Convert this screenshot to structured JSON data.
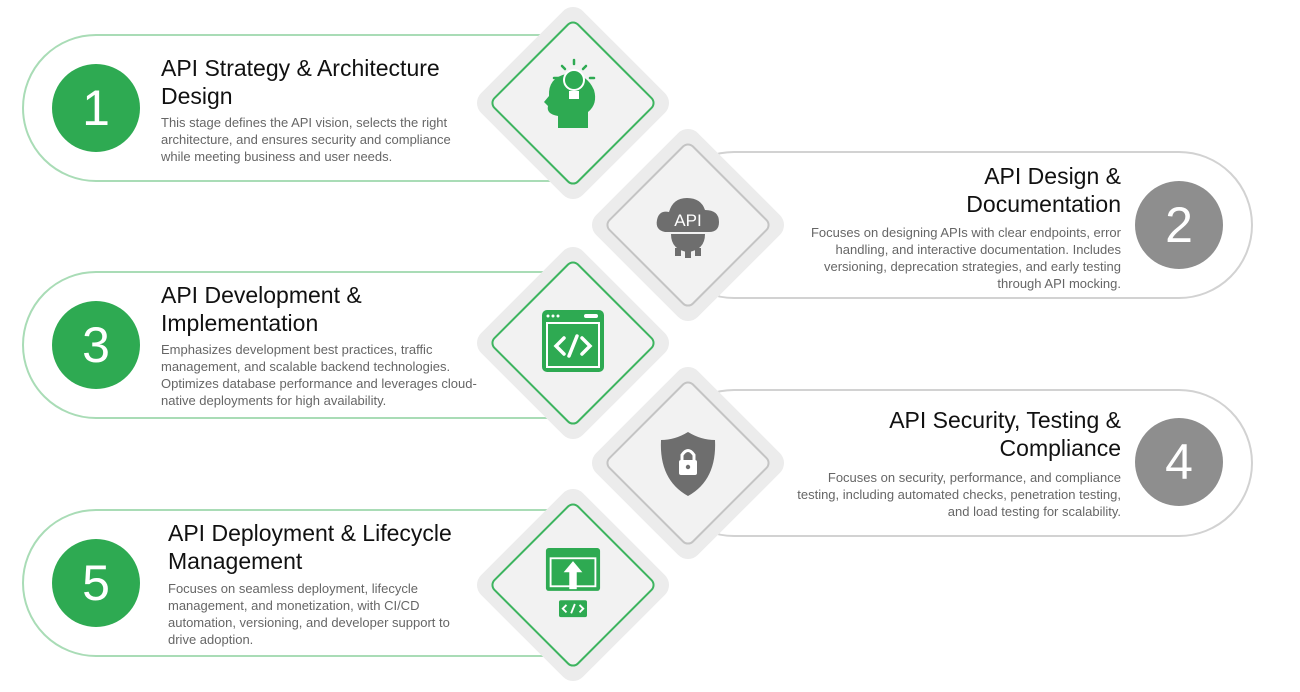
{
  "steps": [
    {
      "number": "1",
      "title": "API Strategy & Architecture Design",
      "description": "This stage defines the API vision, selects the right architecture, and ensures security and compliance while meeting business and user needs.",
      "icon": "head-lightbulb-icon"
    },
    {
      "number": "2",
      "title": "API Design & Documentation",
      "description": "Focuses on designing APIs with clear endpoints, error handling, and interactive documentation. Includes versioning, deprecation strategies, and early testing through API mocking.",
      "icon": "api-cloud-gear-icon",
      "icon_text": "API"
    },
    {
      "number": "3",
      "title": "API Development & Implementation",
      "description": "Emphasizes development best practices, traffic management, and scalable backend technologies. Optimizes database performance and leverages cloud-native deployments for high availability.",
      "icon": "code-window-icon"
    },
    {
      "number": "4",
      "title": "API Security, Testing & Compliance",
      "description": "Focuses on security, performance, and compliance testing, including automated checks, penetration testing, and load testing for scalability.",
      "icon": "shield-lock-icon"
    },
    {
      "number": "5",
      "title": "API Deployment & Lifecycle Management",
      "description": "Focuses on seamless deployment, lifecycle management, and monetization, with CI/CD automation, versioning, and developer support to drive adoption.",
      "icon": "deploy-upload-icon"
    }
  ],
  "colors": {
    "green": "#2eaa52",
    "gray": "#8e8e8e"
  }
}
